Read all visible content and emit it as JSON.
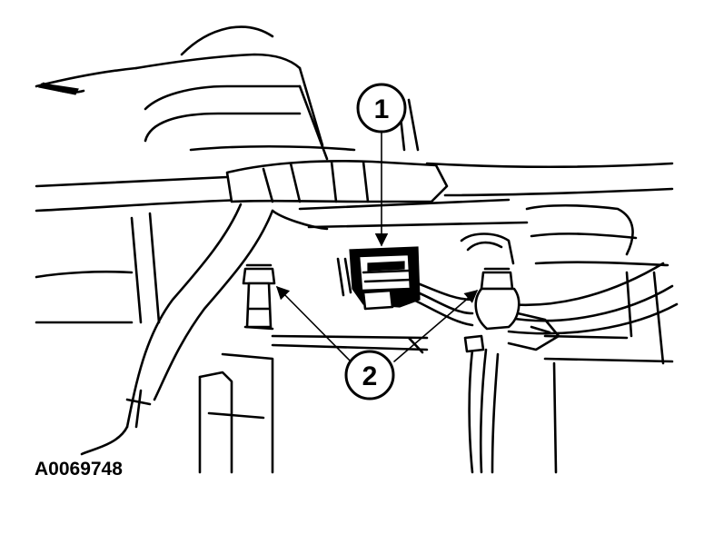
{
  "figure": {
    "reference_code": "A0069748",
    "callouts": [
      {
        "id": "callout-1",
        "label": "1"
      },
      {
        "id": "callout-2",
        "label": "2"
      }
    ],
    "colors": {
      "ink": "#000000",
      "paper": "#ffffff"
    }
  }
}
